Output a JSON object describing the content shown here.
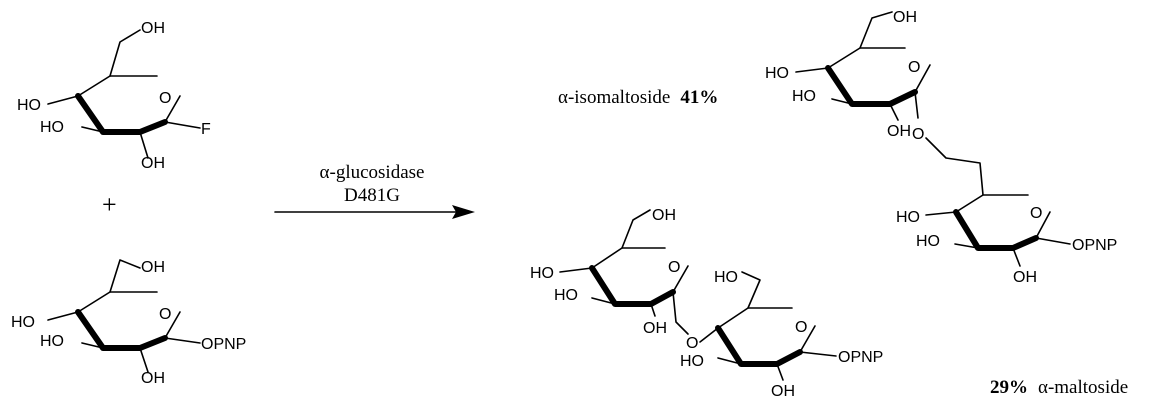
{
  "reactant_glucosyl_fluoride": {
    "labels": {
      "oh_c6": "OH",
      "ho_c4": "HO",
      "ho_c3": "HO",
      "oh_c2": "OH",
      "ring_o": "O",
      "f": "F"
    }
  },
  "plus_sign": "+",
  "reactant_pnp_glucoside": {
    "labels": {
      "oh_c6": "OH",
      "ho_c4": "HO",
      "ho_c3": "HO",
      "oh_c2": "OH",
      "ring_o": "O",
      "opnp": "OPNP"
    }
  },
  "arrow": {
    "enzyme_line1": "α-glucosidase",
    "enzyme_line2": "D481G"
  },
  "product_isomaltoside": {
    "caption_name": "α-isomaltoside",
    "caption_yield": "41%",
    "top_ring": {
      "oh_c6": "OH",
      "ho_c4": "HO",
      "ho_c3": "HO",
      "oh_c2": "OH",
      "ring_o": "O"
    },
    "linkage_o": "O",
    "bottom_ring": {
      "ho_c4": "HO",
      "ho_c3": "HO",
      "oh_c2": "OH",
      "ring_o": "O",
      "opnp": "OPNP"
    }
  },
  "product_maltoside": {
    "caption_yield": "29%",
    "caption_name": "α-maltoside",
    "left_ring": {
      "oh_c6": "OH",
      "ho_c4": "HO",
      "ho_c3": "HO",
      "oh_c2": "OH",
      "ring_o": "O"
    },
    "linkage_o": "O",
    "right_ring": {
      "ho_c6": "HO",
      "ho_c3": "HO",
      "oh_c2": "OH",
      "ring_o": "O",
      "opnp": "OPNP"
    }
  }
}
